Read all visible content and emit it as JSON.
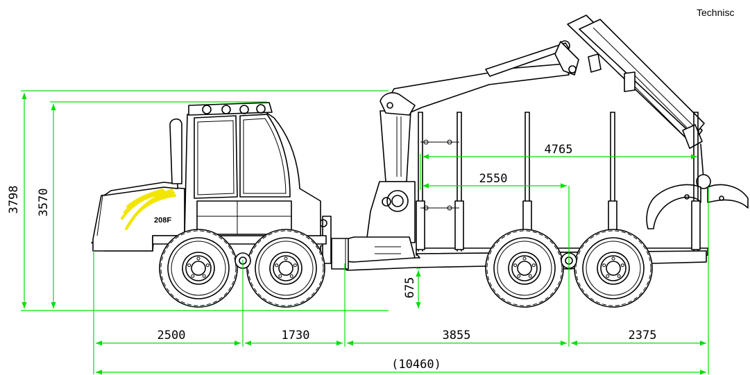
{
  "header": {
    "corner_text": "Technisc"
  },
  "machine": {
    "decal_text": "208F",
    "decal_color": "#f2e600"
  },
  "colors": {
    "dimension_line": "#00e000",
    "outline": "#000000",
    "background": "#ffffff"
  },
  "dimensions": {
    "overall_height": "3798",
    "cab_height": "3570",
    "clearance": "675",
    "reach_outer": "4765",
    "reach_inner": "2550",
    "segment_1": "2500",
    "segment_2": "1730",
    "segment_3": "3855",
    "segment_4": "2375",
    "total_length": "(10460)"
  }
}
